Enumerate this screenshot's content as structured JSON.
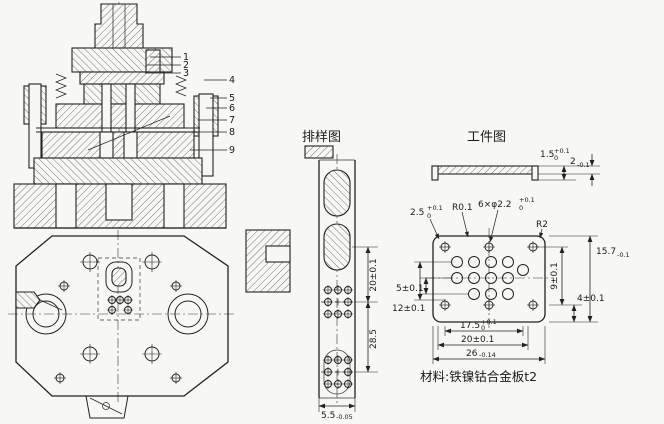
{
  "titles": {
    "strip_layout": "排样图",
    "workpiece": "工件图"
  },
  "material_note": "材料:铁镍钴合金板t2",
  "assembly": {
    "part_numbers": [
      "1",
      "2",
      "3",
      "4",
      "5",
      "6",
      "7",
      "8",
      "9"
    ]
  },
  "strip": {
    "dims": {
      "pitch": "20±0.1",
      "feed": "28.5",
      "width_v": "5.5",
      "width_tol": "-0.05"
    }
  },
  "workpiece": {
    "side_dims": {
      "lip_v": "1.5",
      "lip_sup": "+0.1",
      "lip_sub": "0",
      "thk_v": "2",
      "thk_tol": "-0.1"
    },
    "dims": {
      "corner_v": "2.5",
      "corner_sup": "+0.1",
      "corner_sub": "0",
      "r_small": "R0.1",
      "holes_v": "6×φ2.2",
      "holes_sup": "+0.1",
      "holes_sub": "0",
      "r_corner": "R2",
      "height_v": "15.7",
      "height_tol": "-0.1",
      "mid_height": "9±0.1",
      "step": "4±0.1",
      "off5": "5±0.1",
      "off12": "12±0.1",
      "w175_v": "17.5",
      "w175_sup": "+0.1",
      "w175_sub": "0",
      "w20": "20±0.1",
      "w26_v": "26",
      "w26_tol": "-0.14"
    }
  }
}
